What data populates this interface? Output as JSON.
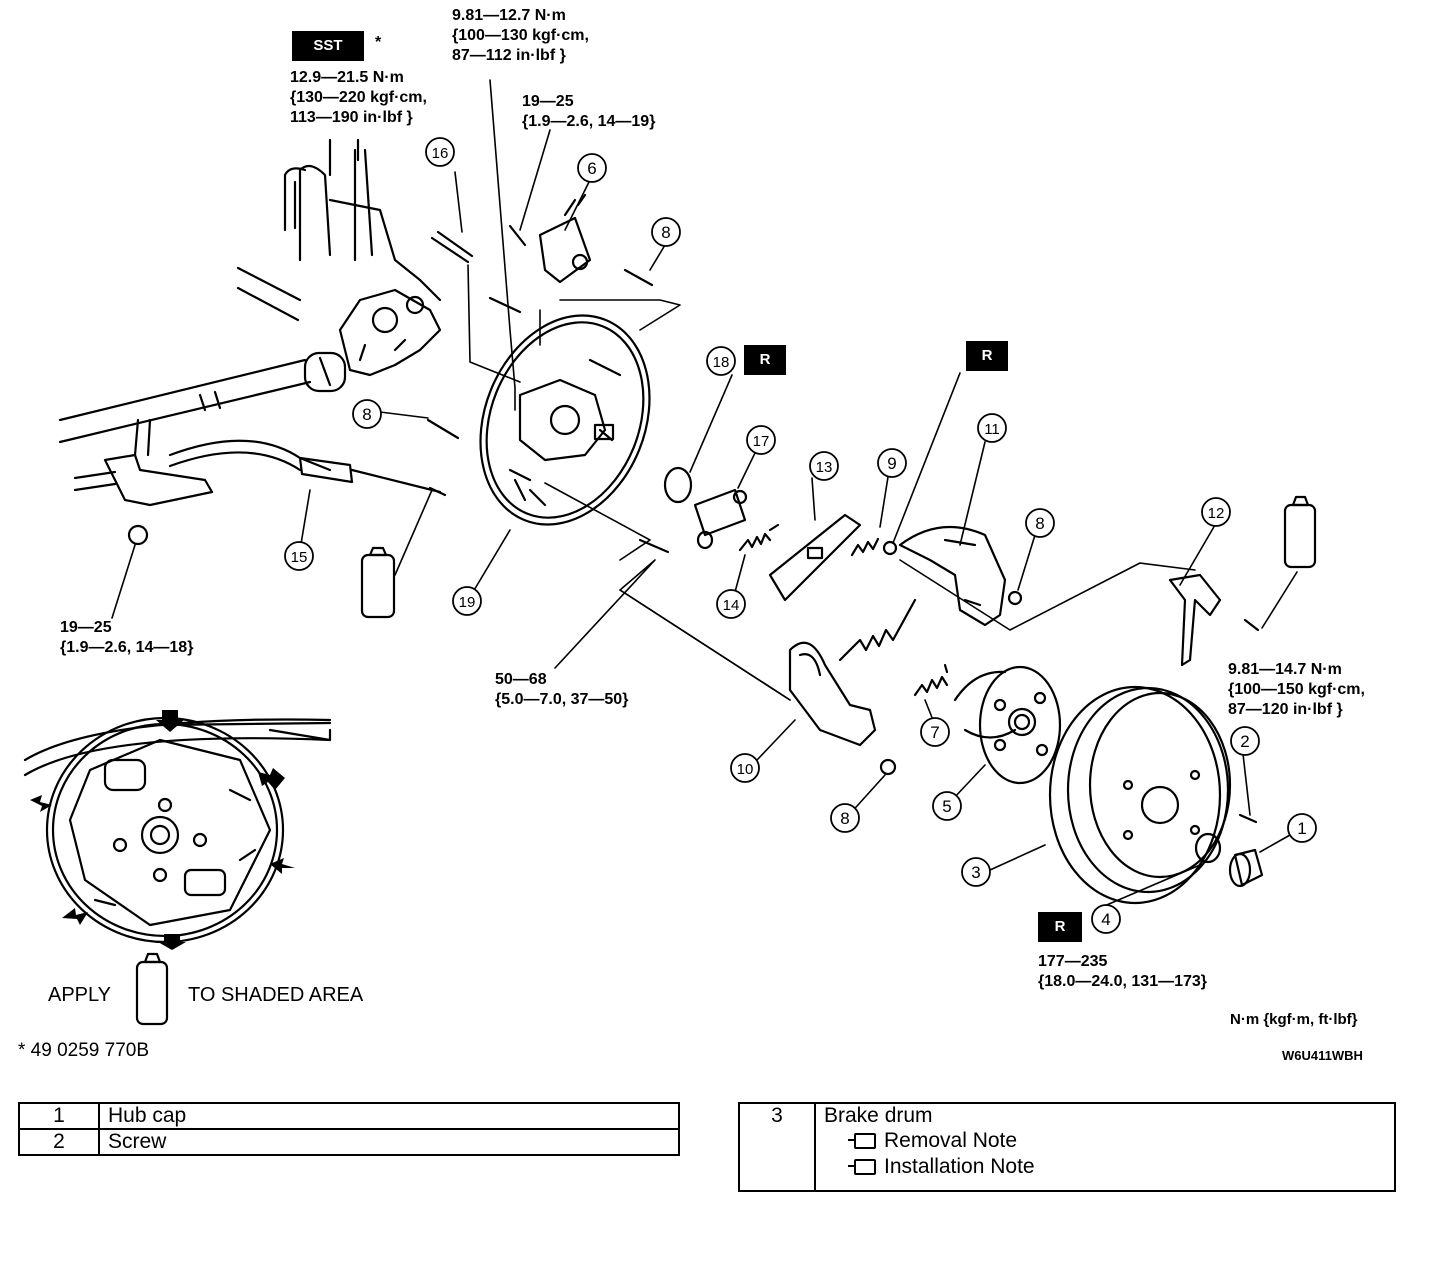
{
  "title": "",
  "badges": {
    "sst": "SST",
    "replace": "R"
  },
  "sst_mark": "*",
  "torques": {
    "t_backing_plate": "12.9—21.5 N·m\n{130—220 kgf·cm,\n113—190 in·lbf }",
    "t_cylinder_top": "9.81—12.7 N·m\n{100—130 kgf·cm,\n87—112 in·lbf }",
    "t_bleeder": "19—25\n{1.9—2.6, 14—19}",
    "t_cable_nut": "19—25\n{1.9—2.6, 14—18}",
    "t_bolt_50": "50—68\n{5.0—7.0, 37—50}",
    "t_lever_screw": "9.81—14.7 N·m\n{100—150 kgf·cm,\n87—120 in·lbf }",
    "t_locknut": "177—235\n{18.0—24.0, 131—173}"
  },
  "units": "N·m {kgf·m, ft·lbf}",
  "figure_code": "W6U411WBH",
  "sst_number": "* 49 0259 770B",
  "apply_text": "APPLY",
  "shaded_text": "TO SHADED AREA",
  "callouts": [
    "1",
    "2",
    "3",
    "4",
    "5",
    "6",
    "7",
    "8",
    "9",
    "10",
    "11",
    "12",
    "13",
    "14",
    "15",
    "16",
    "17",
    "18",
    "19"
  ],
  "table_left": [
    {
      "no": "1",
      "name": "Hub cap"
    },
    {
      "no": "2",
      "name": "Screw"
    }
  ],
  "table_right": {
    "no": "3",
    "name": "Brake drum",
    "notes": [
      "Removal Note",
      "Installation Note"
    ]
  }
}
